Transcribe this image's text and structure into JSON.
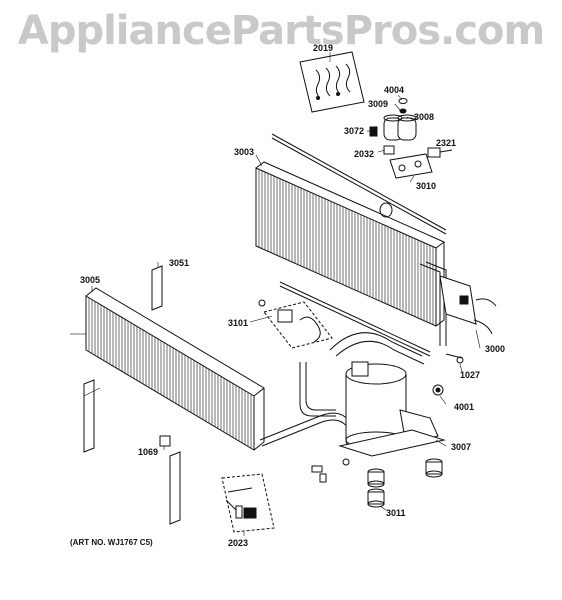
{
  "watermark": "AppliancePartsPros.com",
  "art_number": "(ART NO. WJ1767 C5)",
  "callouts": {
    "p2019": "2019",
    "p4004": "4004",
    "p3009": "3009",
    "p3008": "3008",
    "p3072": "3072",
    "p2032": "2032",
    "p2321": "2321",
    "p3010": "3010",
    "p3003": "3003",
    "p3051": "3051",
    "p3005": "3005",
    "p3101": "3101",
    "p3000": "3000",
    "p1027": "1027",
    "p4001": "4001",
    "p1069": "1069",
    "p3007": "3007",
    "p3011": "3011",
    "p2023": "2023"
  }
}
